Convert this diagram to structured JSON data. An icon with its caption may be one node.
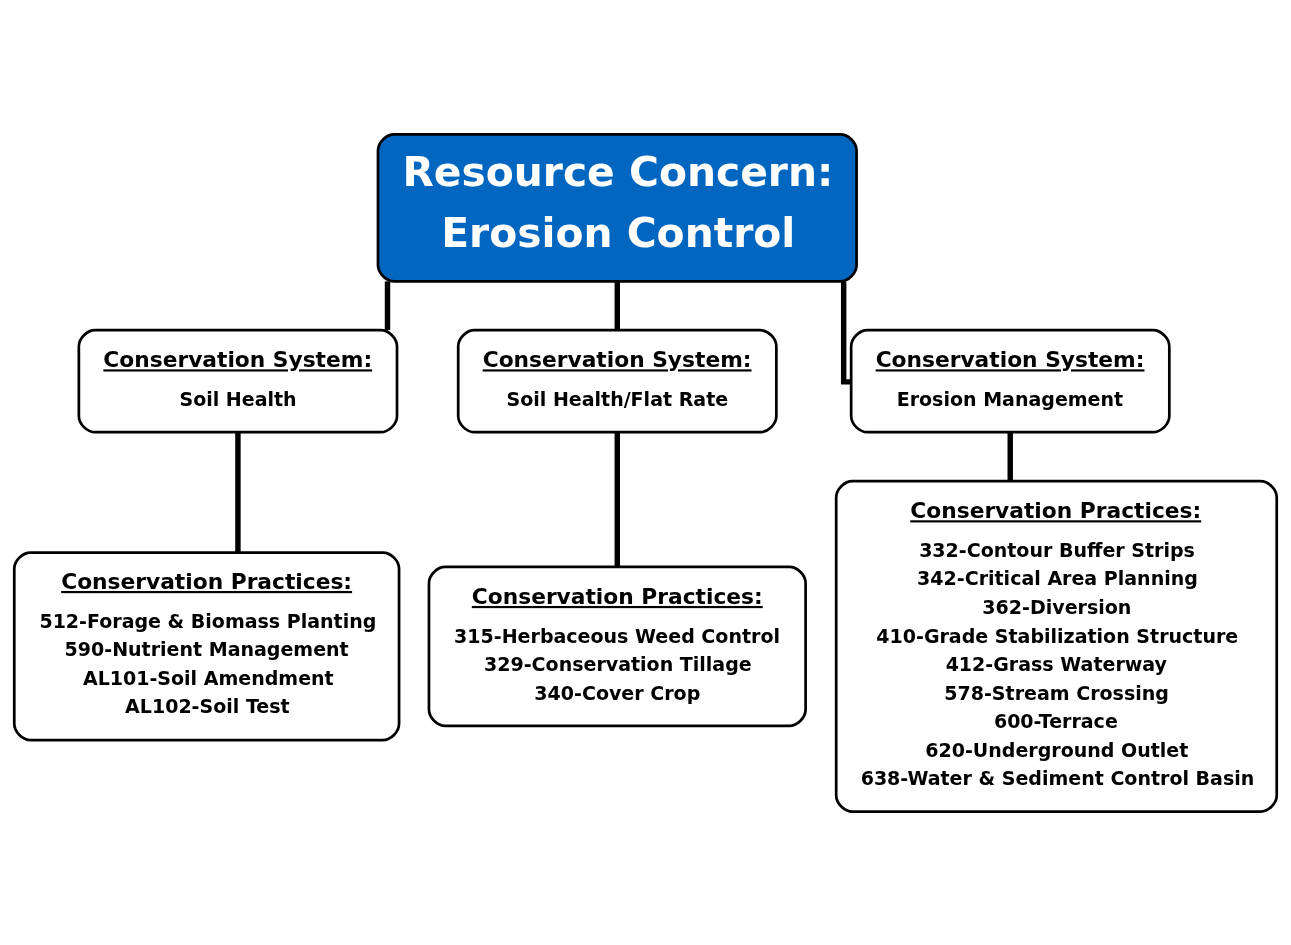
{
  "diagram": {
    "nodes": [
      {
        "text": [
          "Resource Concern:",
          "Erosion Control"
        ]
      },
      {
        "text": [
          "Conservation System:",
          "Soil Health"
        ]
      },
      {
        "text": [
          "Conservation System:",
          "Soil Health/Flat Rate"
        ]
      },
      {
        "text": [
          "Conservation System:",
          "Erosion Management"
        ]
      },
      {
        "text": [
          "Conservation Practices:",
          "512-Forage & Biomass Planting",
          "590-Nutrient Management",
          "AL101-Soil Amendment",
          "AL102-Soil Test"
        ]
      },
      {
        "text": [
          "Conservation Practices:",
          "315-Herbaceous Weed Control",
          "329-Conservation Tillage",
          "340-Cover Crop"
        ]
      },
      {
        "text": [
          "Conservation Practices:",
          "332-Contour Buffer Strips",
          "342-Critical Area Planning",
          "362-Diversion",
          "410-Grade Stabilization Structure",
          "412-Grass Waterway",
          "578-Stream Crossing",
          "600-Terrace",
          "620-Underground Outlet",
          "638-Water & Sediment Control Basin"
        ]
      }
    ],
    "edges": [
      {
        "from": 0,
        "to": 1,
        "arrow": "none"
      },
      {
        "from": 0,
        "to": 2,
        "arrow": "none"
      },
      {
        "from": 0,
        "to": 3,
        "arrow": "none"
      },
      {
        "from": 1,
        "to": 4,
        "arrow": "none"
      },
      {
        "from": 2,
        "to": 5,
        "arrow": "none"
      },
      {
        "from": 3,
        "to": 6,
        "arrow": "none"
      }
    ]
  }
}
